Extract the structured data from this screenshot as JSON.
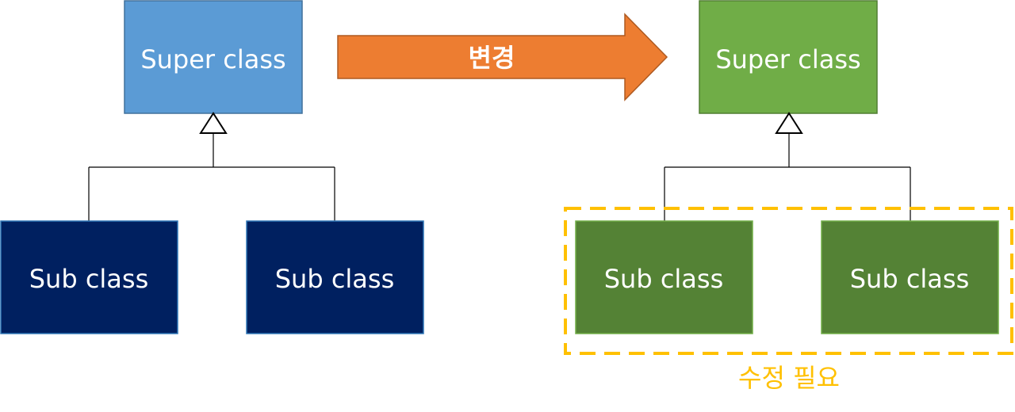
{
  "before": {
    "super_class_label": "Super class",
    "sub_class_1_label": "Sub class",
    "sub_class_2_label": "Sub class"
  },
  "transition": {
    "arrow_label": "변경"
  },
  "after": {
    "super_class_label": "Super class",
    "sub_class_1_label": "Sub class",
    "sub_class_2_label": "Sub class",
    "highlight_label": "수정 필요"
  },
  "colors": {
    "before_super_fill": "#5b9bd5",
    "before_sub_fill": "#002060",
    "arrow_fill": "#ed7d31",
    "after_super_fill": "#70ad47",
    "after_sub_fill": "#548235",
    "highlight_outline": "#ffc000"
  }
}
